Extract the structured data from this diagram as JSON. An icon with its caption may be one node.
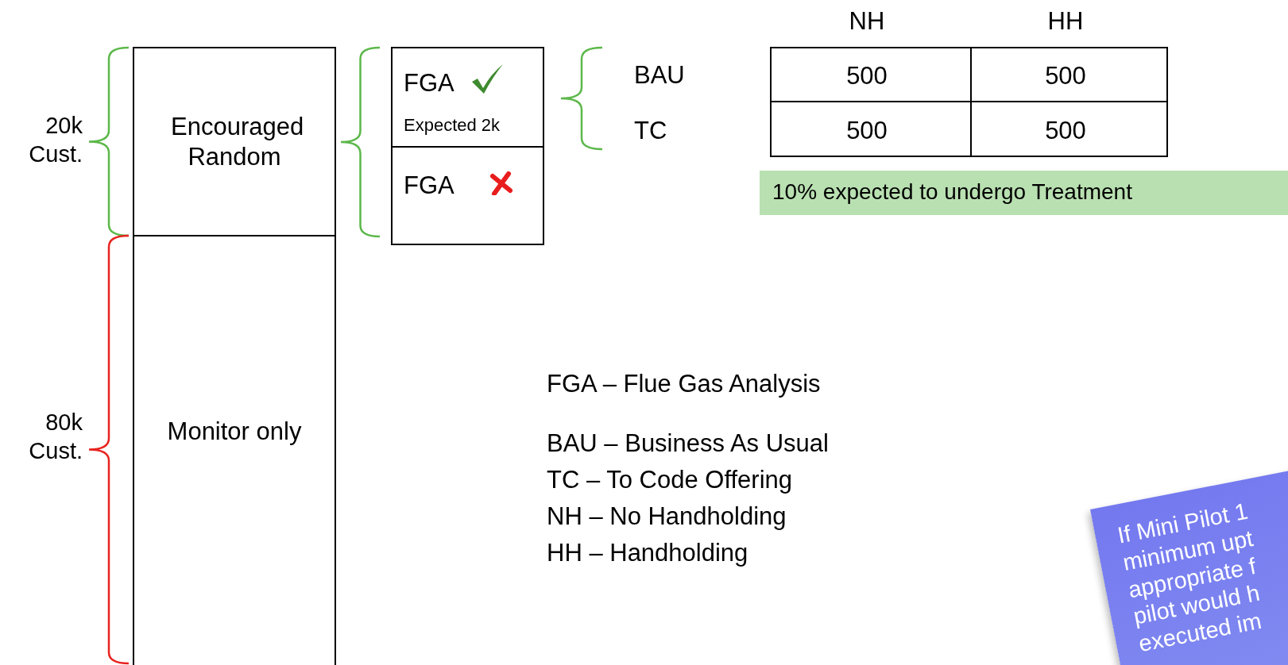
{
  "diagram": {
    "nodes": [
      {
        "text": [
          "Encouraged Random"
        ]
      },
      {
        "text": [
          "Monitor only"
        ]
      },
      {
        "text": [
          "FGA",
          "Expected 2k"
        ]
      },
      {
        "text": [
          "FGA"
        ]
      },
      {
        "text": [
          "10% expected to undergo Treatment"
        ]
      },
      {
        "text": [
          "If Mini Pilot 1 minimum upt appropriate f pilot would h executed im"
        ]
      }
    ],
    "labels": [
      "NH",
      "HH",
      "BAU",
      "500",
      "500",
      "20k Cust.",
      "TC",
      "500",
      "500",
      "FGA – Flue Gas Analysis",
      "80k Cust.",
      "BAU – Business As Usual",
      "TC – To Code Offering",
      "NH – No Handholding",
      "HH – Handholding"
    ]
  }
}
